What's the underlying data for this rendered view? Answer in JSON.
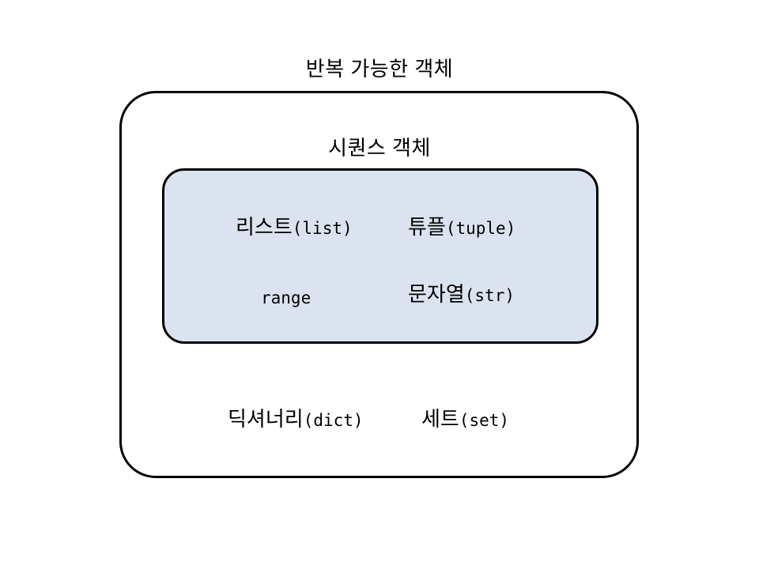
{
  "diagram": {
    "type": "venn-nested-sets",
    "outer_group": {
      "title": "반복 가능한 객체",
      "fill_color": "#ffffff",
      "border_color": "#000000",
      "members": [
        {
          "korean": "딕셔너리",
          "english": "(dict)"
        },
        {
          "korean": "세트",
          "english": "(set)"
        }
      ]
    },
    "inner_group": {
      "title": "시퀀스 객체",
      "fill_color": "#dce3f0",
      "border_color": "#000000",
      "members": [
        {
          "korean": "리스트",
          "english": "(list)"
        },
        {
          "korean": "튜플",
          "english": "(tuple)"
        },
        {
          "korean": "",
          "english": "range"
        },
        {
          "korean": "문자열",
          "english": "(str)"
        }
      ]
    }
  }
}
